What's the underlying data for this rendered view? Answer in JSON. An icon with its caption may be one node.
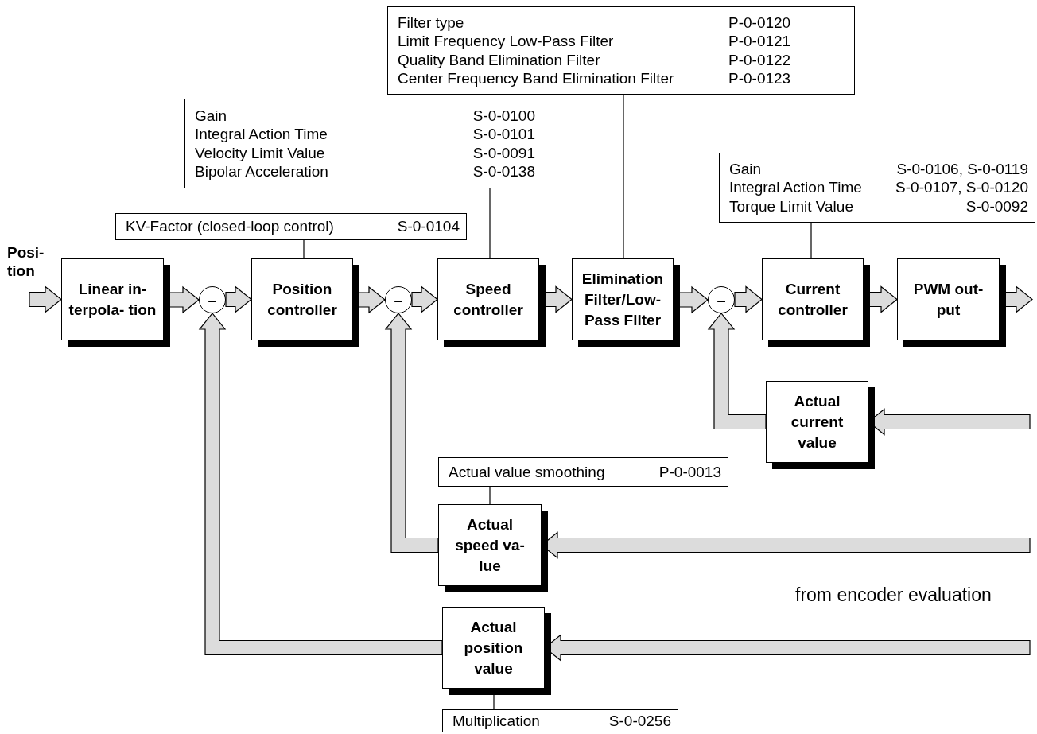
{
  "diagram": {
    "nodes": [
      {
        "text": [
          "Filter type",
          "P-0-0120",
          "Limit Frequency Low-Pass Filter",
          "P-0-0121",
          "Quality Band Elimination Filter",
          "P-0-0122",
          "Center Frequency Band Elimination Filter",
          "P-0-0123"
        ]
      },
      {
        "text": [
          "Gain",
          "S-0-0100",
          "Integral Action Time",
          "S-0-0101",
          "Velocity Limit Value",
          "S-0-0091",
          "Bipolar Acceleration",
          "S-0-0138"
        ]
      },
      {
        "text": [
          "Gain",
          "S-0-0106, S-0-0119",
          "Integral Action Time",
          "S-0-0107, S-0-0120",
          "Torque Limit Value",
          "S-0-0092"
        ]
      },
      {
        "text": [
          "KV-Factor (closed-loop control)",
          "S-0-0104"
        ]
      },
      {
        "text": [
          "Linear in- terpola- tion"
        ]
      },
      {
        "text": [
          "–"
        ]
      },
      {
        "text": [
          "Position controller"
        ]
      },
      {
        "text": [
          "–"
        ]
      },
      {
        "text": [
          "Speed controller"
        ]
      },
      {
        "text": [
          "Elimination Filter/Low- Pass Filter"
        ]
      },
      {
        "text": [
          "–"
        ]
      },
      {
        "text": [
          "Current controller"
        ]
      },
      {
        "text": [
          "PWM out- put"
        ]
      },
      {
        "text": [
          "Actual current value"
        ]
      },
      {
        "text": [
          "Actual value smoothing",
          "P-0-0013"
        ]
      },
      {
        "text": [
          "Actual speed va- lue"
        ]
      },
      {
        "text": [
          "Actual position value"
        ]
      },
      {
        "text": [
          "Multiplication",
          "S-0-0256"
        ]
      }
    ],
    "edges": [
      {
        "from": null,
        "to": 4,
        "arrow": "to",
        "label": "Posi- tion"
      },
      {
        "from": 4,
        "to": 5,
        "arrow": "to"
      },
      {
        "from": 5,
        "to": 6,
        "arrow": "to"
      },
      {
        "from": 6,
        "to": 7,
        "arrow": "to"
      },
      {
        "from": 7,
        "to": 8,
        "arrow": "to"
      },
      {
        "from": 8,
        "to": 9,
        "arrow": "to"
      },
      {
        "from": 9,
        "to": 10,
        "arrow": "to"
      },
      {
        "from": 10,
        "to": 11,
        "arrow": "to"
      },
      {
        "from": 11,
        "to": 12,
        "arrow": "to"
      },
      {
        "from": 12,
        "to": null,
        "arrow": "to"
      },
      {
        "from": null,
        "to": 13,
        "arrow": "to"
      },
      {
        "from": null,
        "to": 15,
        "arrow": "to"
      },
      {
        "from": null,
        "to": 16,
        "arrow": "to"
      },
      {
        "from": 13,
        "to": 10,
        "arrow": "to"
      },
      {
        "from": 15,
        "to": 7,
        "arrow": "to"
      },
      {
        "from": 16,
        "to": 5,
        "arrow": "to"
      },
      {
        "from": 3,
        "to": 6,
        "arrow": "none"
      },
      {
        "from": 1,
        "to": 8,
        "arrow": "none"
      },
      {
        "from": 0,
        "to": 9,
        "arrow": "none"
      },
      {
        "from": 2,
        "to": 11,
        "arrow": "none"
      },
      {
        "from": 14,
        "to": 15,
        "arrow": "none"
      },
      {
        "from": 17,
        "to": 16,
        "arrow": "none"
      }
    ],
    "labels": [
      "from encoder evaluation"
    ]
  }
}
